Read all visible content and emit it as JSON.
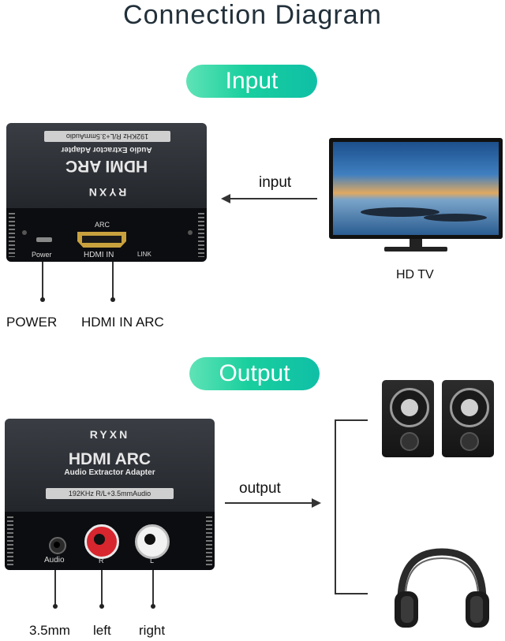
{
  "title": "Connection Diagram",
  "input_section": {
    "pill": "Input",
    "device": {
      "brand": "RYXN",
      "model": "HDMI ARC",
      "subtitle": "Audio Extractor Adapter",
      "spec": "192KHz R/L+3.5mmAudio",
      "arc_label": "ARC",
      "power_label": "Power",
      "hdmi_in_label": "HDMI IN",
      "link_label": "LINK"
    },
    "arrow_label": "input",
    "tv_label": "HD TV",
    "callouts": [
      "POWER",
      "HDMI IN ARC"
    ]
  },
  "output_section": {
    "pill": "Output",
    "device": {
      "brand": "RYXN",
      "model": "HDMI ARC",
      "subtitle": "Audio Extractor Adapter",
      "spec": "192KHz R/L+3.5mmAudio",
      "audio_label": "Audio",
      "r_label": "R",
      "l_label": "L"
    },
    "arrow_label": "output",
    "callouts": [
      "3.5mm",
      "left",
      "right"
    ]
  },
  "colors": {
    "pill_start": "#5fe3b6",
    "pill_end": "#0fbfa6",
    "rca_red": "#d8262f",
    "rca_white": "#f2f2f2"
  }
}
